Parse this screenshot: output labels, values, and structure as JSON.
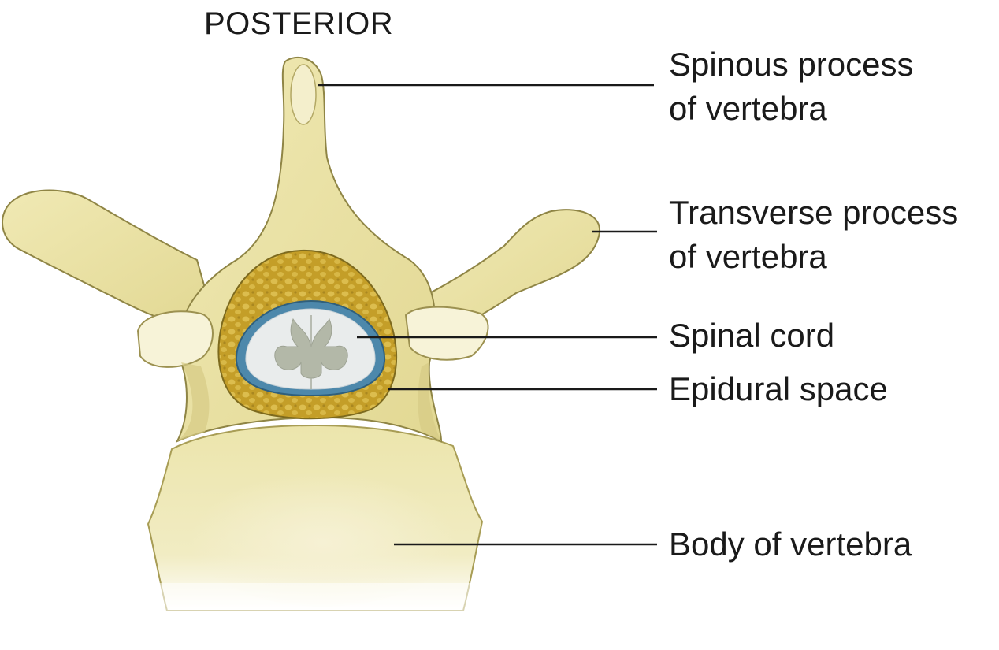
{
  "orientation_label": "POSTERIOR",
  "labels": {
    "spinous_process": [
      "Spinous process",
      "of vertebra"
    ],
    "transverse_process": [
      "Transverse process",
      "of vertebra"
    ],
    "spinal_cord": "Spinal cord",
    "epidural_space": "Epidural space",
    "body_of_vertebra": "Body of vertebra"
  },
  "colors": {
    "bone": "#ebe3a4",
    "bone_shadow": "#c6bb72",
    "bone_outline": "#8f8545",
    "fat": "#c6a12c",
    "dura": "#4d88ab",
    "cord_white": "#e9ecec",
    "cord_grey": "#b3b8a8",
    "leader_line": "#1a1a1a"
  }
}
